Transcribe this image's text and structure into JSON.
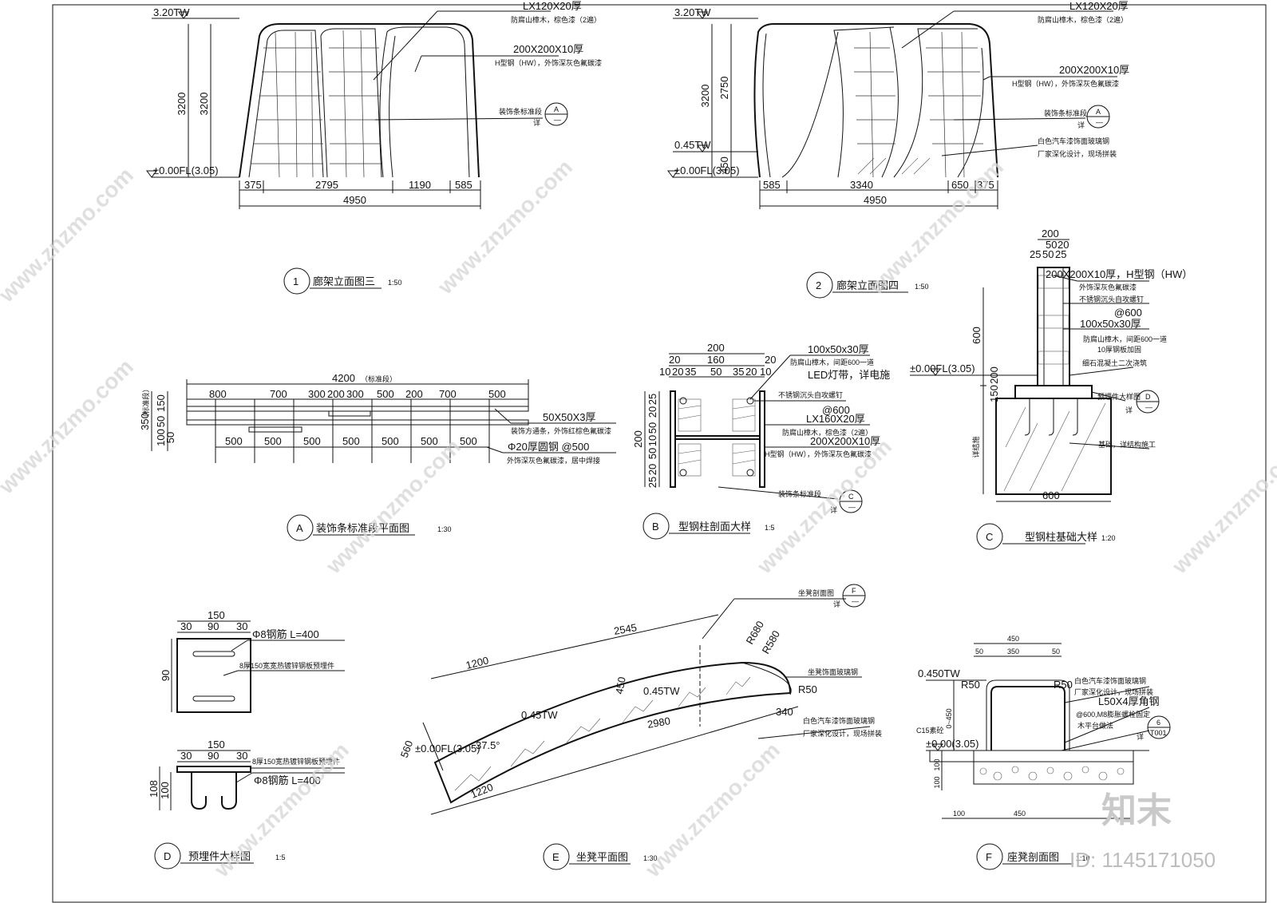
{
  "watermark": {
    "site": "www.znzmo.com",
    "brand": "知末",
    "id": "ID: 1145171050"
  },
  "views": {
    "v1": {
      "number": "1",
      "title": "廊架立面图三",
      "scale": "1:50",
      "elev_top": "3.20TW",
      "elev_base": "±0.00FL(3.05)",
      "dim_h1": "3200",
      "dim_h2": "3200",
      "dims": [
        "375",
        "2795",
        "1190",
        "585"
      ],
      "total": "4950",
      "n1": "LX120X20厚",
      "n1b": "防腐山樟木，棕色漆（2遍）",
      "n2": "200X200X10厚",
      "n2b": "H型钢（HW），外饰深灰色氟碳漆",
      "n3": "装饰条标准段",
      "tag": "A",
      "tag_sub": "—",
      "ref": "详"
    },
    "v2": {
      "number": "2",
      "title": "廊架立面图四",
      "scale": "1:50",
      "elev_top": "3.20TW",
      "elev_mid": "0.45TW",
      "elev_base": "±0.00FL(3.05)",
      "dim_h1": "3200",
      "dim_h2": "2750",
      "dim_h3": "450",
      "dims": [
        "585",
        "3340",
        "650",
        "375"
      ],
      "total": "4950",
      "n1": "LX120X20厚",
      "n1b": "防腐山樟木，棕色漆（2遍）",
      "n2": "200X200X10厚",
      "n2b": "H型钢（HW），外饰深灰色氟碳漆",
      "n3": "装饰条标准段",
      "n4": "白色汽车漆饰面玻璃钢",
      "n4b": "厂家深化设计，现场拼装",
      "tag": "A",
      "tag_sub": "—",
      "ref": "详"
    },
    "A": {
      "number": "A",
      "title": "装饰条标准段平面图",
      "scale": "1:30",
      "total": "4200",
      "total_note": "（标准段）",
      "top_dims": [
        "800",
        "700",
        "300",
        "200",
        "300",
        "500",
        "200",
        "700",
        "500"
      ],
      "bot_dims": [
        "500",
        "500",
        "500",
        "500",
        "500",
        "500",
        "500"
      ],
      "side_total": "350",
      "side_note": "（标准段）",
      "side_dims": [
        "150",
        "50",
        "100",
        "50"
      ],
      "n1": "50X50X3厚",
      "n1b": "装饰方通条，外饰红棕色氟碳漆",
      "n2": "Φ20厚圆钢 @500",
      "n2b": "外饰深灰色氟碳漆，居中焊接"
    },
    "B": {
      "number": "B",
      "title": "型钢柱剖面大样",
      "scale": "1:5",
      "top_total": "200",
      "top_mid": "160",
      "top_side": [
        "20",
        "20"
      ],
      "top_dims": [
        "10",
        "20",
        "35",
        "50",
        "35",
        "20",
        "10"
      ],
      "side_total": "200",
      "side_dims": [
        "25",
        "20",
        "50",
        "10",
        "50",
        "20",
        "25"
      ],
      "n1": "100x50x30厚",
      "n1b": "防腐山樟木，间距600一道",
      "n1c": "LED灯带，详电施",
      "n2": "不锈钢沉头自攻螺钉",
      "n2b": "@600",
      "n3": "LX160X20厚",
      "n3b": "防腐山樟木，棕色漆（2遍）",
      "n4": "200X200X10厚",
      "n4b": "H型钢（HW），外饰深灰色氟碳漆",
      "n5": "装饰条标准段",
      "tag": "C",
      "tag_sub": "—",
      "ref": "详"
    },
    "C": {
      "number": "C",
      "title": "型钢柱基础大样",
      "scale": "1:20",
      "elev": "±0.00FL(3.05)",
      "top_total": "200",
      "top_dims": [
        "50",
        "20",
        "25",
        "50",
        "25"
      ],
      "side_dims": [
        "600",
        "200",
        "150"
      ],
      "bottom": "600",
      "n1": "200X200X10厚，H型钢（HW）",
      "n1b": "外饰深灰色氟碳漆",
      "n2": "不锈钢沉头自攻螺钉",
      "n2b": "@600",
      "n3": "100x50x30厚",
      "n3b": "防腐山樟木，间距600一道",
      "n3c": "10厚钢板加固",
      "n4": "细石混凝土二次浇筑",
      "n5": "预埋件大样图",
      "n6": "基础，详结构施工",
      "n7": "详结施",
      "tag": "D",
      "tag_sub": "—",
      "ref": "详"
    },
    "D": {
      "number": "D",
      "title": "预埋件大样图",
      "scale": "1:5",
      "top_total": "150",
      "top_dims": [
        "30",
        "90",
        "30"
      ],
      "side": "90",
      "n1": "Φ8钢筋  L=400",
      "n2": "8厚150宽宽热镀锌钢板预埋件",
      "top_total2": "150",
      "top_dims2": [
        "30",
        "90",
        "30"
      ],
      "side2": [
        "108",
        "100"
      ],
      "n3": "8厚150宽热镀锌钢板预埋件",
      "n4": "Φ8钢筋  L=400"
    },
    "E": {
      "number": "E",
      "title": "坐凳平面图",
      "scale": "1:30",
      "d_top": "2545",
      "d_a": "1200",
      "d_bot": "2980",
      "d_b": "1220",
      "d_w": "560",
      "d_450": "450",
      "d_r680": "R680",
      "d_r580": "R580",
      "d_r50": "R50",
      "d_340": "340",
      "elev1": "0.45TW",
      "elev2": "0.45TW",
      "elev_base": "±0.00FL(3.05)",
      "angle": "37.5°",
      "n1": "坐凳剖面图",
      "n2": "坐凳饰面玻璃钢",
      "n3": "白色汽车漆饰面玻璃钢",
      "n3b": "厂家深化设计，现场拼装",
      "tag": "F",
      "tag_sub": "—",
      "ref": "详"
    },
    "F": {
      "number": "F",
      "title": "座凳剖面图",
      "scale": "1:10",
      "top_total": "450",
      "top_mid": "350",
      "top_side": [
        "50",
        "50"
      ],
      "elev_top": "0.450TW",
      "elev_base": "±0.00(3.05)",
      "r1": "R50",
      "r2": "R50",
      "side": "0~450",
      "c15": "C15素砼",
      "n1": "白色汽车漆饰面玻璃钢",
      "n1b": "厂家深化设计，现场拼装",
      "n2": "L50X4厚角钢",
      "n2b": "@600,M8膨胀螺栓固定",
      "n3": "木平台做法",
      "bot": [
        "100",
        "450"
      ],
      "side_b": [
        "100",
        "100"
      ],
      "tag": "6",
      "tag_sub": "T001",
      "ref": "详"
    }
  }
}
